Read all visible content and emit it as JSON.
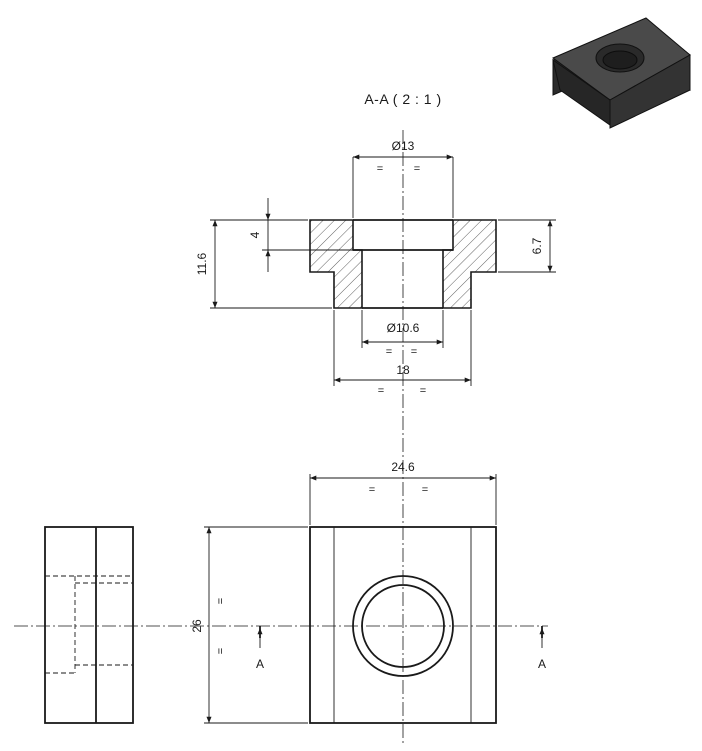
{
  "section_title": "A-A ( 2 : 1 )",
  "dimensions": {
    "top_diameter": "Ø13",
    "bore_diameter": "Ø10.6",
    "bottom_width": "18",
    "overall_height": "11.6",
    "counterbore_depth": "4",
    "flange_height": "6.7",
    "front_width": "24.6",
    "front_height": "26"
  },
  "equal_sign": "=",
  "section_marker_left": "A",
  "section_marker_right": "A",
  "iso_view_colors": {
    "top": "#4a4a4a",
    "front": "#2b2b2b",
    "side": "#383838",
    "hole": "#1e1e1e",
    "edge": "#111111"
  }
}
